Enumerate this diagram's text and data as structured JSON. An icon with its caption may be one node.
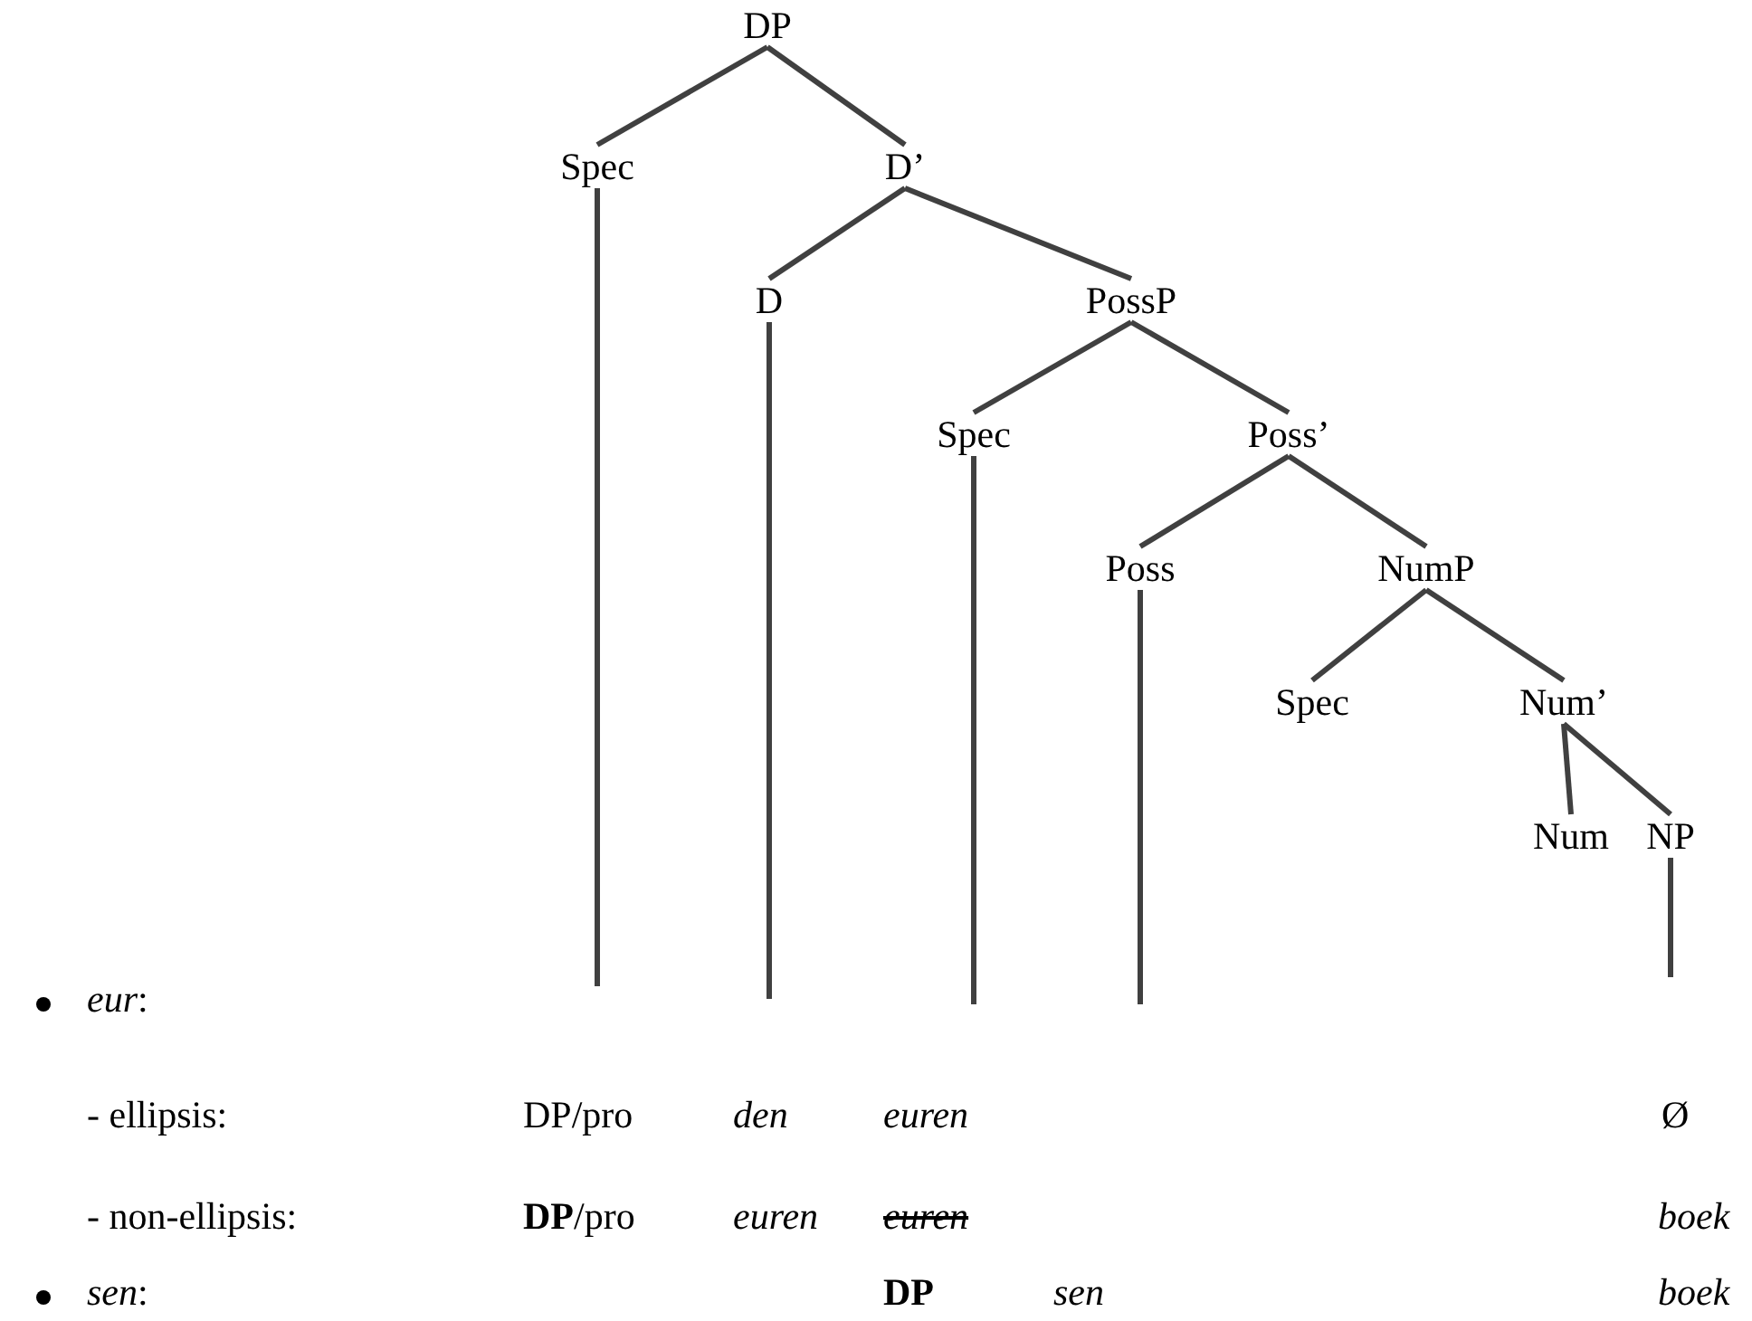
{
  "diagram": {
    "nodes": [
      {
        "text": [
          "DP"
        ]
      },
      {
        "text": [
          "Spec"
        ]
      },
      {
        "text": [
          "D’"
        ]
      },
      {
        "text": [
          "D"
        ]
      },
      {
        "text": [
          "PossP"
        ]
      },
      {
        "text": [
          "Spec"
        ]
      },
      {
        "text": [
          "Poss’"
        ]
      },
      {
        "text": [
          "Poss"
        ]
      },
      {
        "text": [
          "NumP"
        ]
      },
      {
        "text": [
          "Spec"
        ]
      },
      {
        "text": [
          "Num’"
        ]
      },
      {
        "text": [
          "Num"
        ]
      },
      {
        "text": [
          "NP"
        ]
      }
    ],
    "edges": [
      {
        "from": 0,
        "to": 1,
        "arrow": "none"
      },
      {
        "from": 0,
        "to": 2,
        "arrow": "none"
      },
      {
        "from": 2,
        "to": 3,
        "arrow": "none"
      },
      {
        "from": 2,
        "to": 4,
        "arrow": "none"
      },
      {
        "from": 4,
        "to": 5,
        "arrow": "none"
      },
      {
        "from": 4,
        "to": 6,
        "arrow": "none"
      },
      {
        "from": 6,
        "to": 7,
        "arrow": "none"
      },
      {
        "from": 6,
        "to": 8,
        "arrow": "none"
      },
      {
        "from": 8,
        "to": 9,
        "arrow": "none"
      },
      {
        "from": 8,
        "to": 10,
        "arrow": "none"
      },
      {
        "from": 10,
        "to": 11,
        "arrow": "none"
      },
      {
        "from": 10,
        "to": 12,
        "arrow": "none"
      },
      {
        "from": 1,
        "to": null,
        "arrow": "none"
      },
      {
        "from": 3,
        "to": null,
        "arrow": "none"
      },
      {
        "from": 5,
        "to": null,
        "arrow": "none"
      },
      {
        "from": 7,
        "to": null,
        "arrow": "none"
      },
      {
        "from": 12,
        "to": null,
        "arrow": "none"
      }
    ],
    "labels": [
      "*eur*:",
      "- ellipsis:",
      "DP/pro",
      "den",
      "euren",
      "Ø",
      "- non-ellipsis:",
      "**DP**/pro",
      "euren",
      "euren",
      "boek",
      "*sen*:",
      "DP",
      "sen",
      "boek"
    ]
  }
}
